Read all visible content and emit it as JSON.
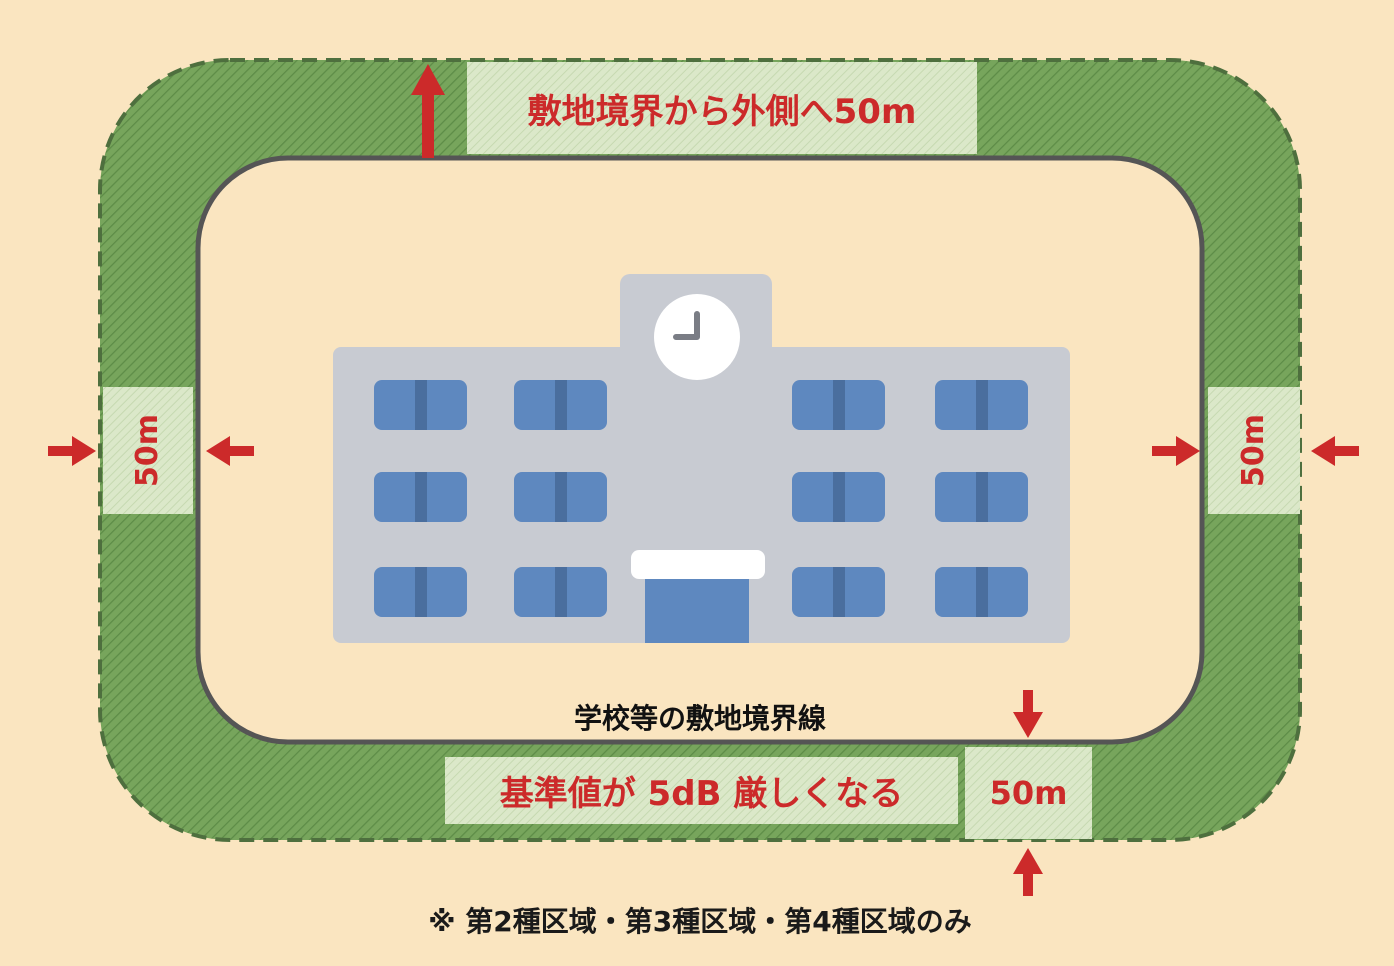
{
  "labels": {
    "top_zone": "敷地境界から外側へ50m",
    "left_distance": "50m",
    "right_distance": "50m",
    "bottom_distance": "50m",
    "boundary_line": "学校等の敷地境界線",
    "stricter": "基準値が 5dB 厳しくなる",
    "note": "※ 第2種区域・第3種区域・第4種区域のみ"
  },
  "icons": {
    "building": "school-building-icon",
    "clock": "clock-icon",
    "arrow": "arrow-icon"
  },
  "colors": {
    "background": "#fae5c0",
    "zone_green": "#6f9f55",
    "zone_border": "#4e6f3e",
    "label_box": "#d8e6c6",
    "accent_red": "#cc2a2a",
    "building_gray": "#c8cbd2",
    "window_blue": "#5e88bf",
    "boundary_line": "#555555"
  }
}
